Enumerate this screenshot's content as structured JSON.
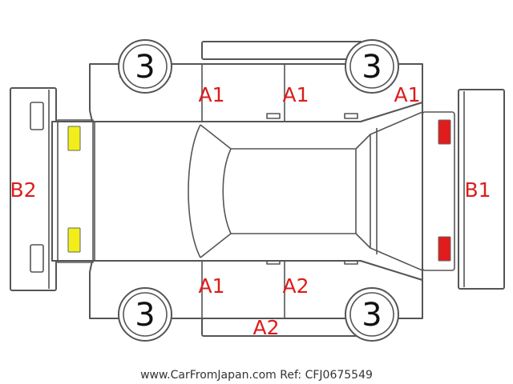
{
  "tires": {
    "front_left": "3",
    "front_right": "3",
    "rear_left": "3",
    "rear_right": "3"
  },
  "damage_codes": {
    "top_door_left": "A1",
    "top_door_right": "A1",
    "top_fender_right": "A1",
    "bottom_door_left": "A1",
    "bottom_door_right": "A2",
    "bottom_rocker": "A2",
    "rear_bumper": "B2",
    "front_bumper": "B1"
  },
  "markers": {
    "rear_lights_color": "#f2ee1a",
    "front_lights_color": "#e01c1c"
  },
  "footer": "www.CarFromJapan.com Ref: CFJ0675549"
}
